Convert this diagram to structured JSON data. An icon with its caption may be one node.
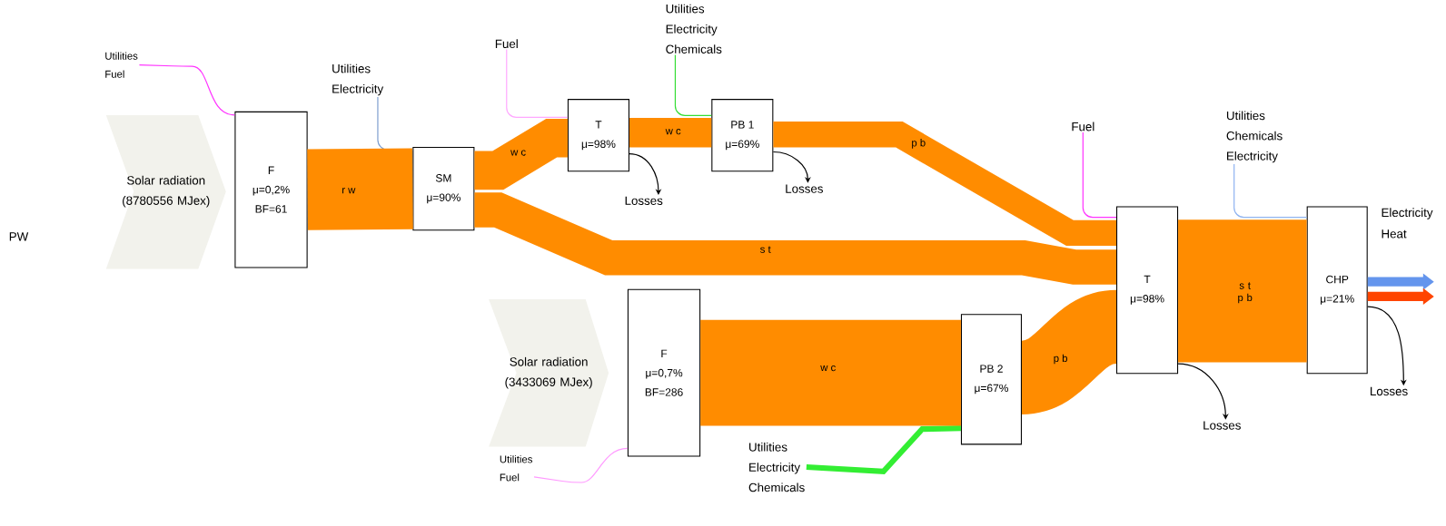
{
  "diagram": {
    "nodes": [
      {
        "text": [
          "Utilities",
          "Fuel"
        ]
      },
      {
        "text": [
          "Solar radiation (8780556 MJex)"
        ]
      },
      {
        "text": [
          "F",
          "μ=0,2%",
          "BF=61"
        ]
      },
      {
        "text": [
          "Utilities",
          "Electricity"
        ]
      },
      {
        "text": [
          "SM",
          "μ=90%"
        ]
      },
      {
        "text": [
          "Fuel"
        ]
      },
      {
        "text": [
          "T",
          "μ=98%"
        ]
      },
      {
        "text": [
          "Utilities",
          "Electricity",
          "Chemicals"
        ]
      },
      {
        "text": [
          "PB 1",
          "μ=69%"
        ]
      },
      {
        "text": [
          "Losses"
        ]
      },
      {
        "text": [
          "Losses"
        ]
      },
      {
        "text": [
          "Fuel"
        ]
      },
      {
        "text": [
          "Utilities",
          "Chemicals",
          "Electricity"
        ]
      },
      {
        "text": [
          "T",
          "μ=98%"
        ]
      },
      {
        "text": [
          "CHP",
          "μ=21%"
        ]
      },
      {
        "text": [
          "Solar radiation (3433069 MJex)"
        ]
      },
      {
        "text": [
          "F",
          "μ=0,7%",
          "BF=286"
        ]
      },
      {
        "text": [
          "PB 2",
          "μ=67%"
        ]
      },
      {
        "text": [
          "Losses"
        ]
      },
      {
        "text": [
          "Losses"
        ]
      },
      {
        "text": [
          "Utilities",
          "Fuel"
        ]
      },
      {
        "text": [
          "Utilities",
          "Electricity",
          "Chemicals"
        ]
      }
    ],
    "edges": [
      {
        "from": 0,
        "to": 2,
        "arrow": "none",
        "color": "#ff33ff"
      },
      {
        "from": 3,
        "to": 4,
        "arrow": "none",
        "color": "#7f9fcf"
      },
      {
        "from": 5,
        "to": 6,
        "arrow": "none",
        "color": "#ffa8ff"
      },
      {
        "from": 7,
        "to": 8,
        "arrow": "none",
        "color": "#33dd33"
      },
      {
        "from": 11,
        "to": 13,
        "arrow": "none",
        "color": "#ff33ff"
      },
      {
        "from": 12,
        "to": 14,
        "arrow": "none",
        "color": "#8fb3f0"
      },
      {
        "from": 20,
        "to": 16,
        "arrow": "none",
        "color": "#ff99ff"
      },
      {
        "from": 21,
        "to": 17,
        "arrow": "none",
        "style": "thick",
        "color": "#33ee33"
      },
      {
        "from": 2,
        "to": 4,
        "arrow": "none",
        "label": "r w",
        "style": "thick",
        "color": "#ff8c00"
      },
      {
        "from": 4,
        "to": 6,
        "arrow": "none",
        "label": "w c",
        "style": "thick",
        "color": "#ff8c00"
      },
      {
        "from": 6,
        "to": 8,
        "arrow": "none",
        "label": "w c",
        "style": "thick",
        "color": "#ff8c00"
      },
      {
        "from": 8,
        "to": 13,
        "arrow": "none",
        "label": "p b",
        "style": "thick",
        "color": "#ff8c00"
      },
      {
        "from": 4,
        "to": 13,
        "arrow": "none",
        "label": "s t",
        "style": "thick",
        "color": "#ff8c00"
      },
      {
        "from": 16,
        "to": 17,
        "arrow": "none",
        "label": "w c",
        "style": "thick",
        "color": "#ff8c00"
      },
      {
        "from": 17,
        "to": 13,
        "arrow": "none",
        "label": "p b",
        "style": "thick",
        "color": "#ff8c00"
      },
      {
        "from": 13,
        "to": 14,
        "arrow": "none",
        "label": "s t p b",
        "style": "thick",
        "color": "#ff8c00"
      },
      {
        "from": 6,
        "to": 9,
        "arrow": "to",
        "color": "#000000"
      },
      {
        "from": 8,
        "to": 10,
        "arrow": "to",
        "color": "#000000"
      },
      {
        "from": 13,
        "to": 18,
        "arrow": "to",
        "color": "#000000"
      },
      {
        "from": 14,
        "to": 19,
        "arrow": "to",
        "color": "#000000"
      },
      {
        "from": 14,
        "to": null,
        "arrow": "to",
        "style": "thick",
        "color": "#6495ed"
      },
      {
        "from": 14,
        "to": null,
        "arrow": "to",
        "style": "thick",
        "color": "#ff4500"
      }
    ],
    "labels": [
      "PW",
      "Electricity",
      "Heat"
    ]
  }
}
